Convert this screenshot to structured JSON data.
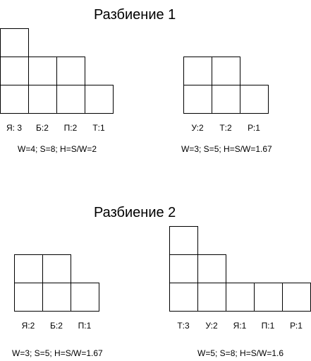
{
  "partitions": [
    {
      "title": "Разбиение 1",
      "groups": [
        {
          "columns": [
            {
              "label": "Я: 3",
              "height": 3
            },
            {
              "label": "Б:2",
              "height": 2
            },
            {
              "label": "П:2",
              "height": 2
            },
            {
              "label": "Т:1",
              "height": 1
            }
          ],
          "metrics": "W=4; S=8; H=S/W=2"
        },
        {
          "columns": [
            {
              "label": "У:2",
              "height": 2
            },
            {
              "label": "Т:2",
              "height": 2
            },
            {
              "label": "Р:1",
              "height": 1
            }
          ],
          "metrics": "W=3; S=5; H=S/W=1.67"
        }
      ]
    },
    {
      "title": "Разбиение 2",
      "groups": [
        {
          "columns": [
            {
              "label": "Я:2",
              "height": 2
            },
            {
              "label": "Б:2",
              "height": 2
            },
            {
              "label": "П:1",
              "height": 1
            }
          ],
          "metrics": "W=3; S=5; H=S/W=1.67"
        },
        {
          "columns": [
            {
              "label": "Т:3",
              "height": 3
            },
            {
              "label": "У:2",
              "height": 2
            },
            {
              "label": "Я:1",
              "height": 1
            },
            {
              "label": "П:1",
              "height": 1
            },
            {
              "label": "Р:1",
              "height": 1
            }
          ],
          "metrics": "W=5; S=8; H=S/W=1.6"
        }
      ]
    }
  ]
}
